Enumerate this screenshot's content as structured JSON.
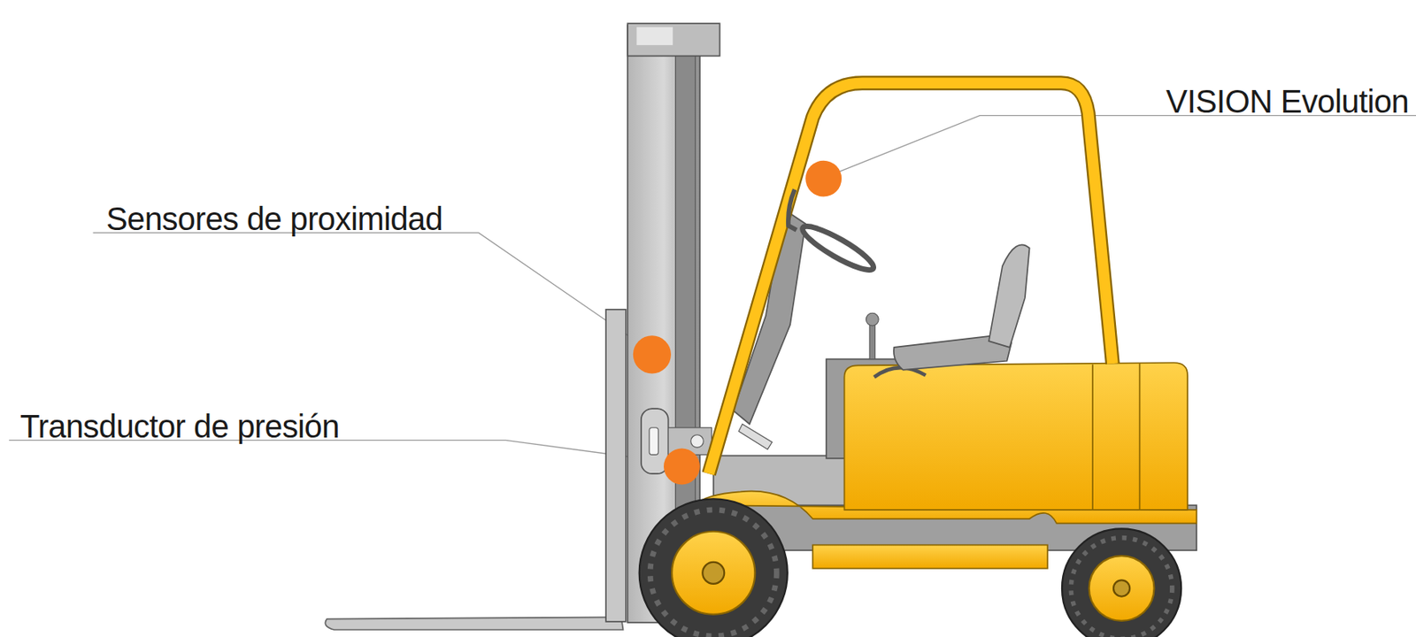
{
  "diagram": {
    "labels": [
      "VISION Evolution",
      "Sensores de proximidad",
      "Transductor de presión"
    ]
  }
}
